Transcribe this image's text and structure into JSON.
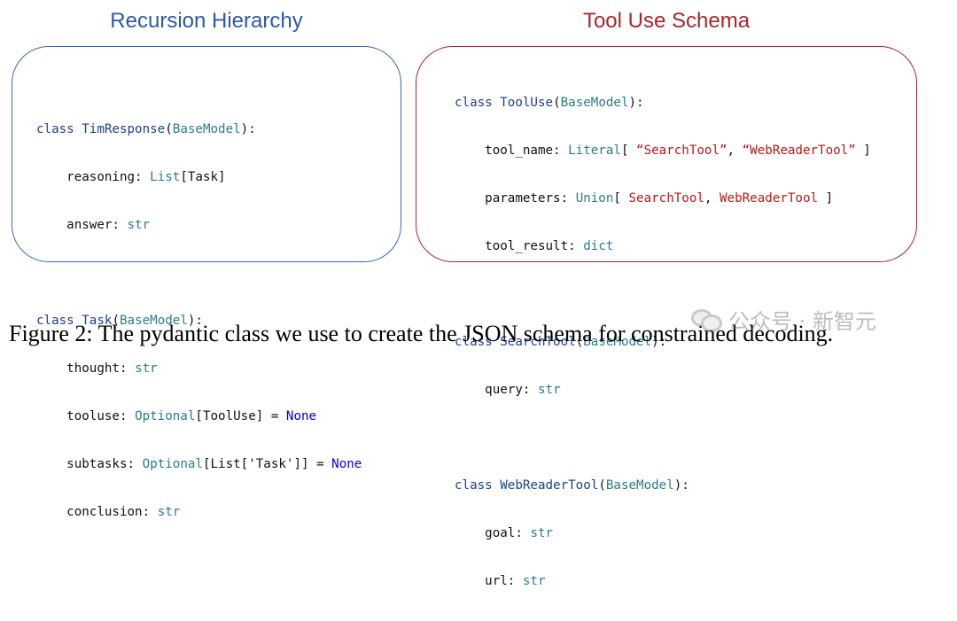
{
  "titles": {
    "left": "Recursion Hierarchy",
    "right": "Tool Use Schema"
  },
  "left_code": {
    "tim_line": {
      "kw": "class",
      "name": "TimResponse",
      "base": "BaseModel",
      "tail": "):"
    },
    "tim_fields": [
      {
        "field": "reasoning",
        "sep": ": ",
        "type": "List",
        "rest": "[Task]"
      },
      {
        "field": "answer",
        "sep": ": ",
        "type": "str",
        "rest": ""
      }
    ],
    "task_line": {
      "kw": "class",
      "name": "Task",
      "base": "BaseModel",
      "tail": "):"
    },
    "task_fields": [
      {
        "field": "thought",
        "sep": ": ",
        "type": "str",
        "rest": ""
      },
      {
        "field": "tooluse",
        "sep": ": ",
        "type": "Optional",
        "rest": "[ToolUse] = ",
        "none": "None"
      },
      {
        "field": "subtasks",
        "sep": ": ",
        "type": "Optional",
        "rest": "[List['Task']] = ",
        "none": "None"
      },
      {
        "field": "conclusion",
        "sep": ": ",
        "type": "str",
        "rest": ""
      }
    ]
  },
  "right_code": {
    "tooluse_line": {
      "kw": "class",
      "name": "ToolUse",
      "base": "BaseModel",
      "tail": "):"
    },
    "tooluse_fields": {
      "tool_name": {
        "field": "tool_name",
        "sep": ": ",
        "type": "Literal",
        "open": "[ ",
        "str1": "“SearchTool”",
        "comma": ", ",
        "str2": "“WebReaderTool”",
        "close": " ]"
      },
      "parameters": {
        "field": "parameters",
        "sep": ": ",
        "type": "Union",
        "open": "[ ",
        "val1": "SearchTool",
        "comma": ", ",
        "val2": "WebReaderTool",
        "close": " ]"
      },
      "tool_result": {
        "field": "tool_result",
        "sep": ": ",
        "type": "dict"
      }
    },
    "search_line": {
      "kw": "class",
      "name": "SearchTool",
      "base": "BaseModel",
      "tail": "):"
    },
    "search_fields": [
      {
        "field": "query",
        "sep": ": ",
        "type": "str"
      }
    ],
    "web_line": {
      "kw": "class",
      "name": "WebReaderTool",
      "base": "BaseModel",
      "tail": "):"
    },
    "web_fields": [
      {
        "field": "goal",
        "sep": ": ",
        "type": "str"
      },
      {
        "field": "url",
        "sep": ": ",
        "type": "str"
      }
    ]
  },
  "caption": "Figure 2: The pydantic class we use to create the JSON schema for constrained decoding.",
  "watermark": {
    "text": "公众号 · 新智元",
    "icon": "wechat-icon"
  },
  "colors": {
    "left_title": "#2e58a6",
    "right_title": "#a8262b",
    "left_border": "#3b67b8",
    "right_border": "#a8262b",
    "keyword": "#1d3f93",
    "type": "#2b7d86",
    "none": "#0000e6",
    "string": "#b31b1b"
  }
}
